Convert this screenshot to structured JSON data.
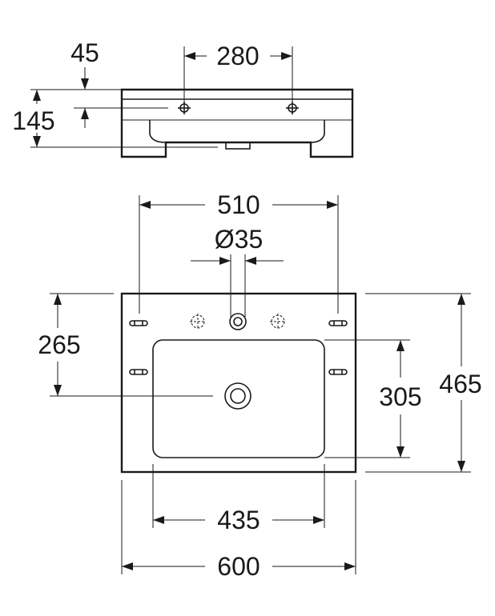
{
  "dimensions": {
    "top_offset": "45",
    "top_tap_spacing": "280",
    "side_height": "145",
    "overall_width_inner": "510",
    "tap_hole_diameter": "Ø35",
    "drain_depth": "265",
    "bowl_depth": "305",
    "overall_depth": "465",
    "bowl_width": "435",
    "overall_width": "600"
  }
}
